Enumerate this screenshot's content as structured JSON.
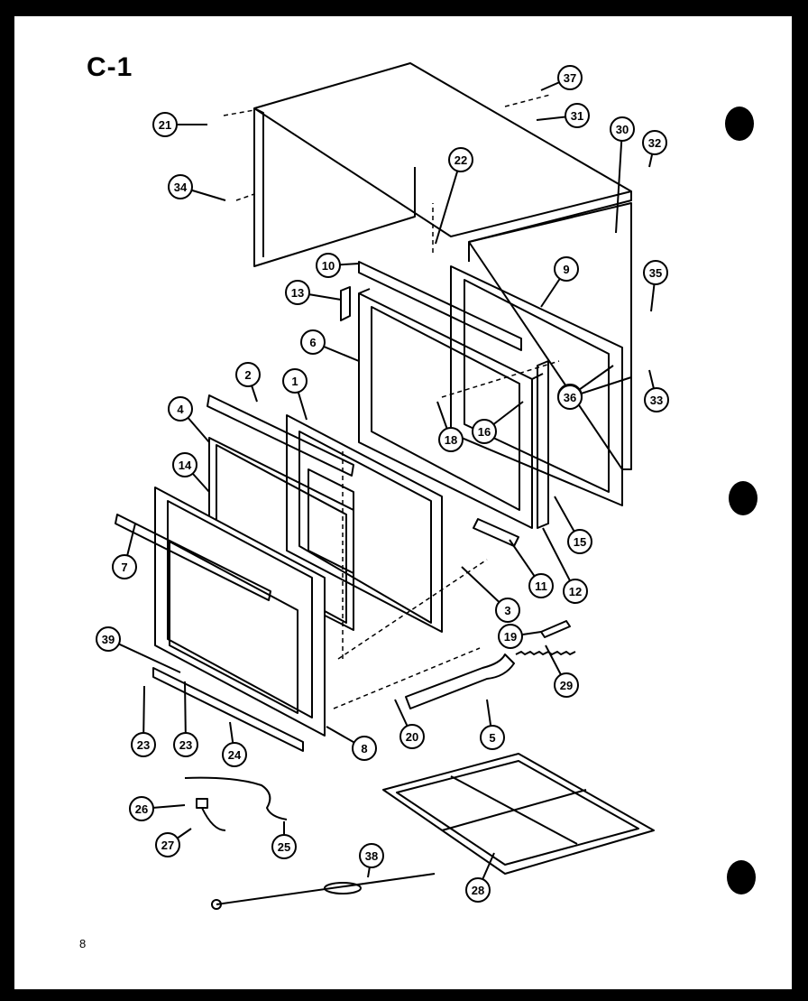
{
  "figure": {
    "title": "C-1",
    "page_number": "8"
  },
  "callouts": [
    {
      "label": "1"
    },
    {
      "label": "2"
    },
    {
      "label": "3"
    },
    {
      "label": "4"
    },
    {
      "label": "5"
    },
    {
      "label": "6"
    },
    {
      "label": "7"
    },
    {
      "label": "8"
    },
    {
      "label": "9"
    },
    {
      "label": "10"
    },
    {
      "label": "11"
    },
    {
      "label": "12"
    },
    {
      "label": "13"
    },
    {
      "label": "14"
    },
    {
      "label": "15"
    },
    {
      "label": "16"
    },
    {
      "label": "16"
    },
    {
      "label": "18"
    },
    {
      "label": "19"
    },
    {
      "label": "20"
    },
    {
      "label": "21"
    },
    {
      "label": "22"
    },
    {
      "label": "23"
    },
    {
      "label": "23"
    },
    {
      "label": "24"
    },
    {
      "label": "25"
    },
    {
      "label": "26"
    },
    {
      "label": "27"
    },
    {
      "label": "28"
    },
    {
      "label": "29"
    },
    {
      "label": "30"
    },
    {
      "label": "31"
    },
    {
      "label": "32"
    },
    {
      "label": "33"
    },
    {
      "label": "34"
    },
    {
      "label": "35"
    },
    {
      "label": "36"
    },
    {
      "label": "37"
    },
    {
      "label": "38"
    },
    {
      "label": "39"
    }
  ],
  "colors": {
    "ink": "#000000",
    "paper": "#ffffff",
    "scan_border": "#000000"
  }
}
